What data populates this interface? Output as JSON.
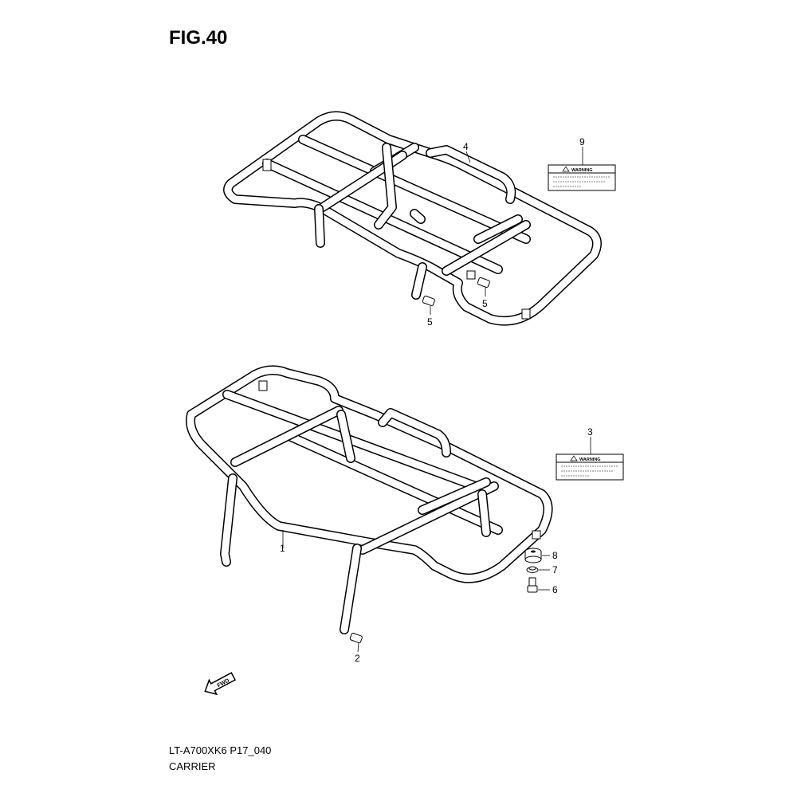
{
  "figure": {
    "title": "FIG.40"
  },
  "footer": {
    "code": "LT-A700XK6 P17_040",
    "name": "CARRIER"
  },
  "labels": {
    "warning_label_9": "WARNING",
    "warning_label_3": "WARNING",
    "fwd_arrow": "FWD"
  },
  "callouts": {
    "c1": "1",
    "c2": "2",
    "c3": "3",
    "c4": "4",
    "c5a": "5",
    "c5b": "5",
    "c6": "6",
    "c7": "7",
    "c8": "8",
    "c9": "9"
  }
}
